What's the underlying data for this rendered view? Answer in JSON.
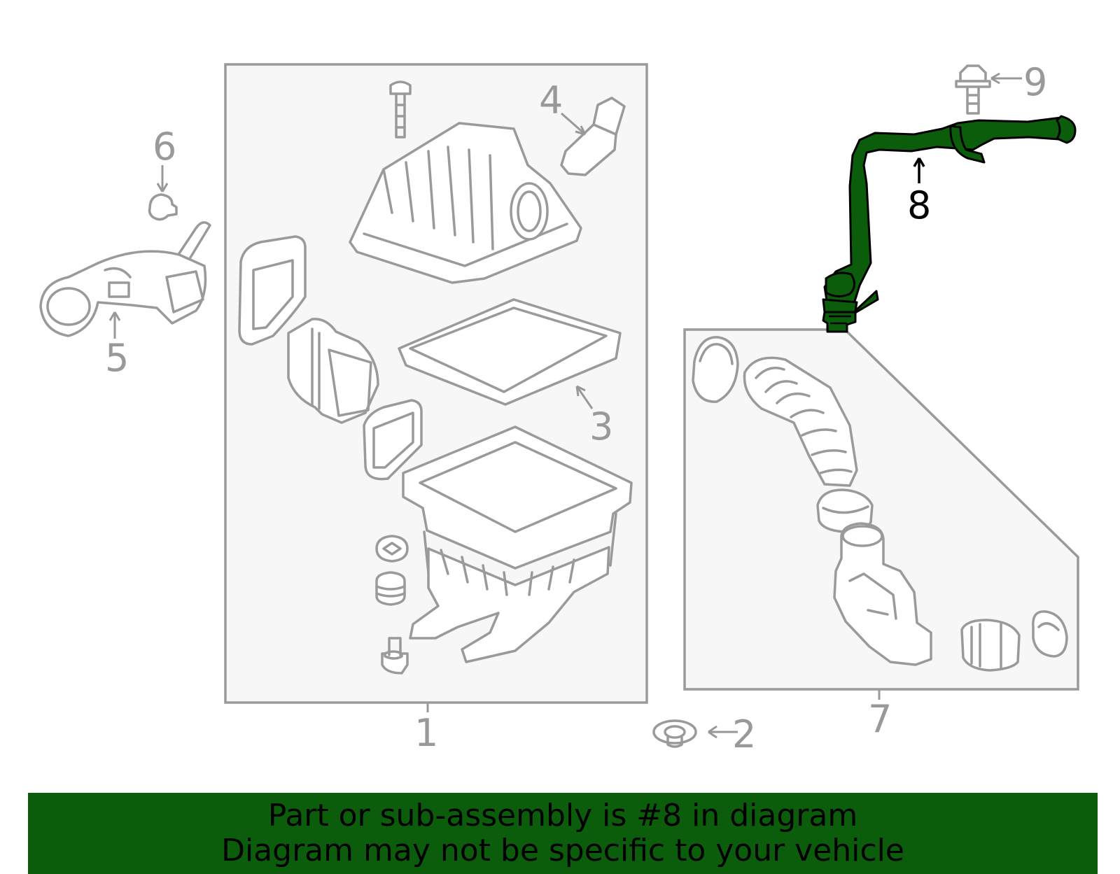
{
  "callouts": {
    "c1": "1",
    "c2": "2",
    "c3": "3",
    "c4": "4",
    "c5": "5",
    "c6": "6",
    "c7": "7",
    "c8": "8",
    "c9": "9"
  },
  "highlight": {
    "part": "8",
    "color": "#0b5c0b"
  },
  "banner": {
    "line1": "Part or sub-assembly is #8 in diagram",
    "line2": "Diagram may not be specific to your vehicle",
    "background": "#0b5c0b"
  }
}
